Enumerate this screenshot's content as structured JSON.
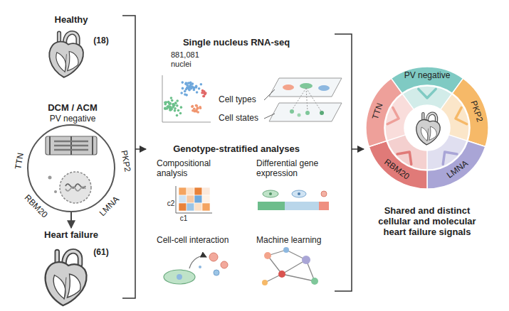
{
  "diagram": {
    "nodes": [
      {
        "text": [
          "Healthy",
          "(18)"
        ]
      },
      {
        "text": [
          "DCM / ACM",
          "PV negative",
          "TTN",
          "PKP2",
          "RBM20",
          "LMNA"
        ]
      },
      {
        "text": [
          "Heart failure",
          "(61)"
        ]
      },
      {
        "text": [
          "Single nucleus RNA-seq",
          "881,081 nuclei",
          "Cell types",
          "Cell states"
        ]
      },
      {
        "text": [
          "Genotype-stratified analyses"
        ]
      },
      {
        "text": [
          "Compositional analysis"
        ],
        "in": 4
      },
      {
        "text": [
          "Differential gene expression"
        ],
        "in": 4
      },
      {
        "text": [
          "Cell-cell interaction"
        ],
        "in": 4
      },
      {
        "text": [
          "Machine learning"
        ],
        "in": 4
      },
      {
        "text": [
          "PV negative",
          "PKP2",
          "LMNA",
          "RBM20",
          "TTN"
        ]
      }
    ],
    "edges": [
      {
        "from": 1,
        "to": 2,
        "arrow": "to"
      }
    ],
    "labels": [
      "c1",
      "c2",
      "Shared and distinct cellular and molecular heart failure signals"
    ]
  }
}
